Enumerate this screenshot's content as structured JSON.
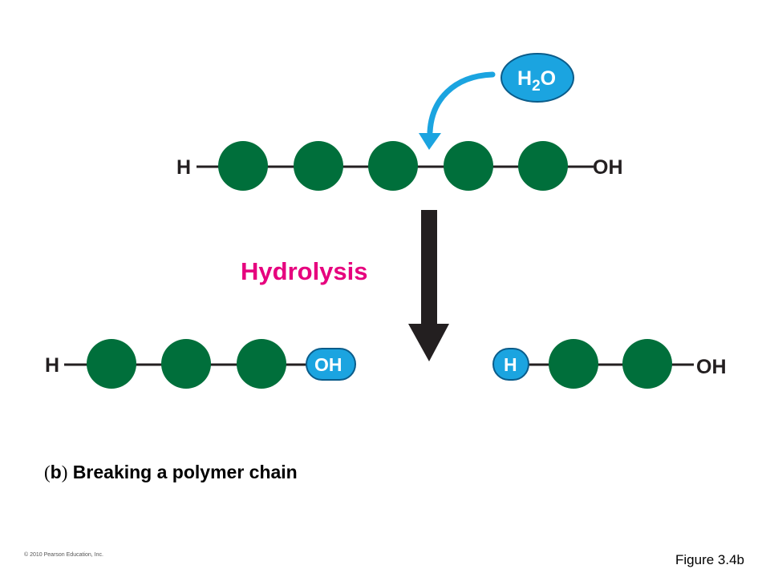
{
  "colors": {
    "monomer": "#006f3b",
    "water_blue": "#1ba4e0",
    "process_label": "#e6007e",
    "arrow": "#231f20"
  },
  "water": {
    "h": "H",
    "subscript": "2",
    "o": "O"
  },
  "top_chain": {
    "left_end": "H",
    "right_end": "OH"
  },
  "process_label": "Hydrolysis",
  "left_product": {
    "left_end": "H",
    "right_end": "OH"
  },
  "right_product": {
    "left_end": "H",
    "right_end": "OH"
  },
  "caption": {
    "open_paren": "(",
    "letter": "b",
    "close_paren": ")",
    "text": "Breaking a polymer chain"
  },
  "copyright": "© 2010 Pearson Education, Inc.",
  "figure_label": "Figure 3.4b"
}
